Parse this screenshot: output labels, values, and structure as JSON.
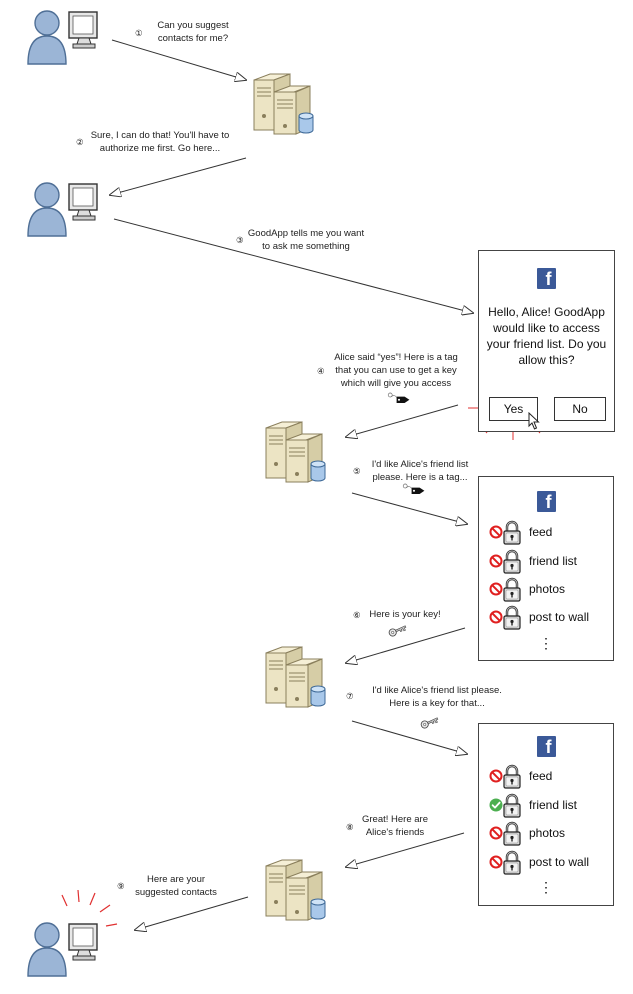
{
  "steps": [
    {
      "num": "①",
      "lines": [
        "Can you suggest",
        "contacts for me?"
      ]
    },
    {
      "num": "②",
      "lines": [
        "Sure, I can do that! You'll have to",
        "authorize me first. Go here..."
      ]
    },
    {
      "num": "③",
      "lines": [
        "GoodApp tells me you want",
        "to ask me something"
      ]
    },
    {
      "num": "④",
      "lines": [
        "Alice said “yes”! Here is a tag",
        "that you can use to get a key",
        "which will give you access"
      ]
    },
    {
      "num": "⑤",
      "lines": [
        "I'd like Alice's friend list",
        "please. Here is a tag..."
      ]
    },
    {
      "num": "⑥",
      "lines": [
        "Here is your key!"
      ]
    },
    {
      "num": "⑦",
      "lines": [
        "I'd like Alice's friend list please.",
        "Here is a key for that..."
      ]
    },
    {
      "num": "⑧",
      "lines": [
        "Great! Here are",
        "Alice's friends"
      ]
    },
    {
      "num": "⑨",
      "lines": [
        "Here are your",
        "suggested contacts"
      ]
    }
  ],
  "dialog": {
    "logo": "f",
    "message": "Hello, Alice!  GoodApp would like to access your friend list.  Do you allow this?",
    "yes_label": "Yes",
    "no_label": "No"
  },
  "permission_panels": [
    {
      "logo": "f",
      "items": [
        {
          "label": "feed",
          "status": "denied"
        },
        {
          "label": "friend list",
          "status": "denied"
        },
        {
          "label": "photos",
          "status": "denied"
        },
        {
          "label": "post to wall",
          "status": "denied"
        }
      ],
      "more": "⋮"
    },
    {
      "logo": "f",
      "items": [
        {
          "label": "feed",
          "status": "denied"
        },
        {
          "label": "friend list",
          "status": "granted"
        },
        {
          "label": "photos",
          "status": "denied"
        },
        {
          "label": "post to wall",
          "status": "denied"
        }
      ],
      "more": "⋮"
    }
  ],
  "colors": {
    "user_fill": "#9bb5d6",
    "user_stroke": "#4f6f96",
    "server_fill": "#ece4c4",
    "server_stroke": "#8a7f5c",
    "facebook_blue": "#3b5998",
    "deny_red": "#e02020",
    "grant_green": "#4caf50",
    "highlight_red": "#e03030"
  }
}
